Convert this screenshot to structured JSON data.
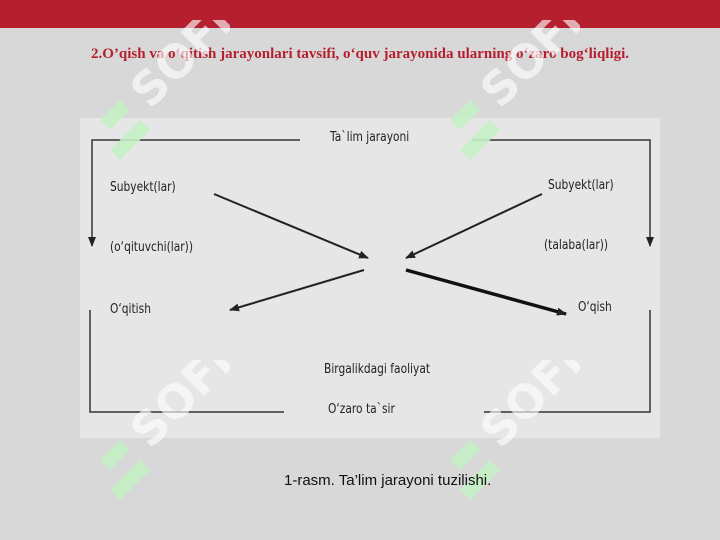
{
  "slide": {
    "title": "2.O’qish va o‘qitish jarayonlari tavsifi, o‘quv jarayonida ularning o‘zaro bog‘liqligi.",
    "caption": "1-rasm. Ta’lim jarayoni tuzilishi."
  },
  "diagram": {
    "top_label": "Ta`lim jarayoni",
    "left_subject": "Subyekt(lar)",
    "left_role": "(o‘qituvchi(lar))",
    "left_activity": "O‘qitish",
    "right_subject": "Subyekt(lar)",
    "right_role": "(talaba(lar))",
    "right_activity": "O‘qish",
    "bottom_label_1": "Birgalikdagi faoliyat",
    "bottom_label_2": "O‘zaro ta`sir"
  },
  "watermark": {
    "text": "SOFF",
    "color": "#ffffff",
    "logo_color": "#c6f0c6"
  },
  "colors": {
    "accent": "#b51f2e",
    "background": "#d8d8d8",
    "diagram_bg": "#e6e6e6"
  }
}
